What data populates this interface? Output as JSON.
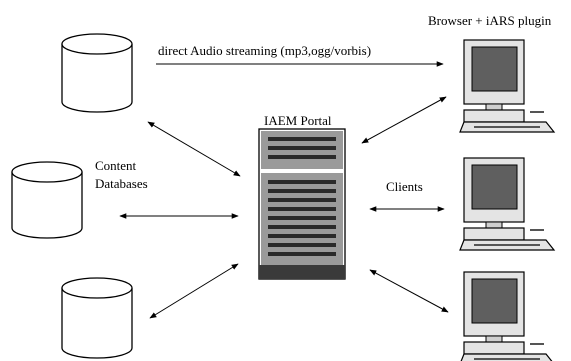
{
  "labels": {
    "browser_plugin": "Browser + iARS plugin",
    "audio_stream": "direct Audio streaming (mp3,ogg/vorbis)",
    "portal": "IAEM Portal",
    "content_db_line1": "Content",
    "content_db_line2": "Databases",
    "clients": "Clients"
  }
}
